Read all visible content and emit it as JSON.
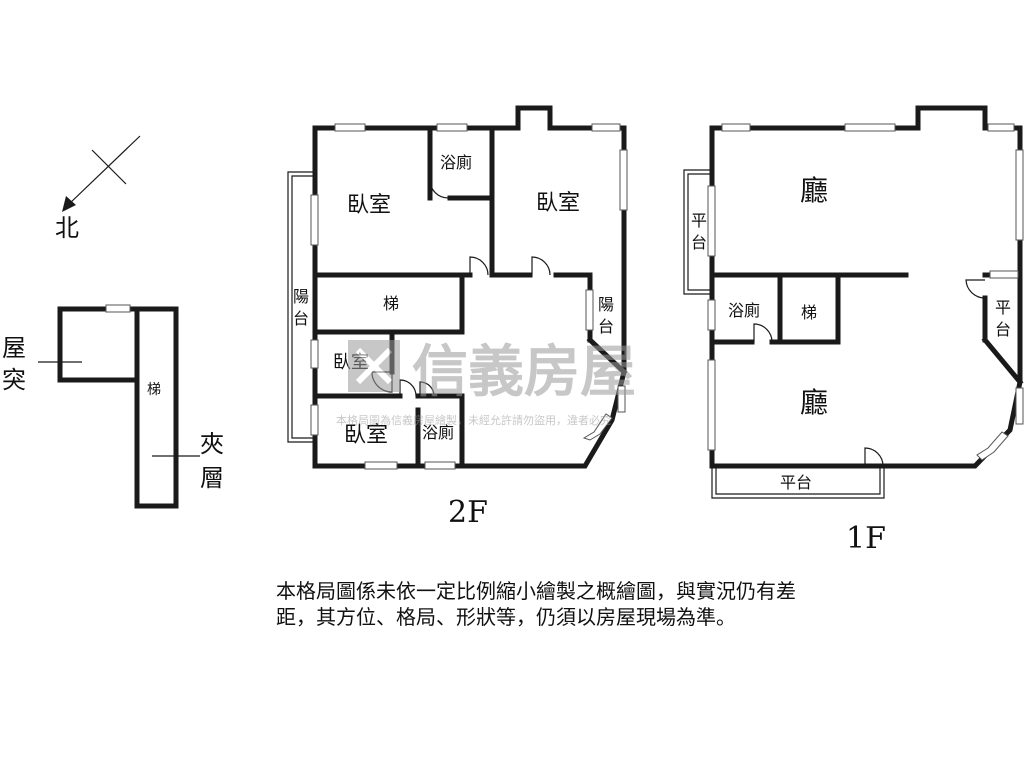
{
  "compass": {
    "north_label": "北"
  },
  "roof": {
    "rooftop_label": "屋\n突",
    "stairs": "梯",
    "mezzanine_label": "夾\n層"
  },
  "floor2": {
    "label": "2F",
    "rooms": {
      "bedroom_nw": "臥室",
      "bath_top": "浴廁",
      "bedroom_ne": "臥室",
      "stairs": "梯",
      "balcony_left": "陽\n台",
      "balcony_right": "陽\n台",
      "bedroom_small": "臥室",
      "bedroom_sw": "臥室",
      "bath_bottom": "浴廁"
    }
  },
  "floor1": {
    "label": "1F",
    "rooms": {
      "living_top": "廳",
      "platform_left": "平\n台",
      "bath": "浴廁",
      "stairs": "梯",
      "platform_right": "平\n台",
      "living_bottom": "廳",
      "platform_bottom": "平台"
    }
  },
  "watermark": {
    "brand": "信義房屋",
    "notice": "本格局圖為信義房屋繪製，未經允許請勿盜用，違者必究"
  },
  "disclaimer": "本格局圖係未依一定比例縮小繪製之概繪圖，與實況仍有差距，其方位、格局、形狀等，仍須以房屋現場為準。"
}
